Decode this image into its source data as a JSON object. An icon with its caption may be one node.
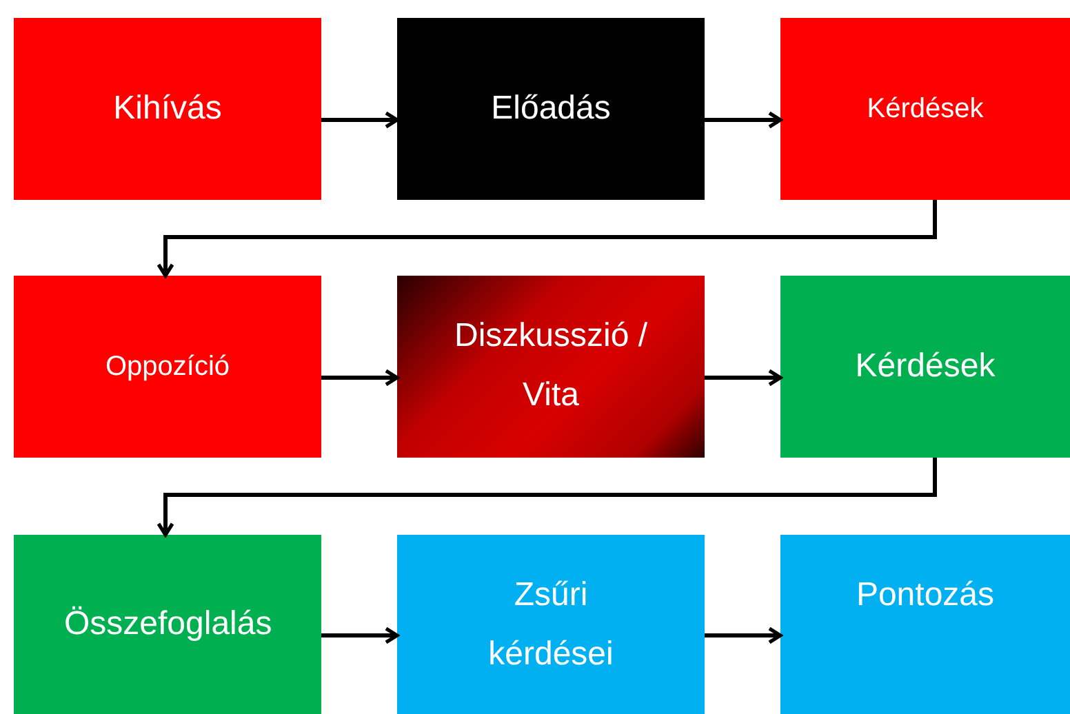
{
  "diagram": {
    "nodes": [
      {
        "text": [
          "Kihívás"
        ]
      },
      {
        "text": [
          "Előadás"
        ]
      },
      {
        "text": [
          "Kérdések"
        ]
      },
      {
        "text": [
          "Oppozíció"
        ]
      },
      {
        "text": [
          "Diszkusszió / Vita"
        ]
      },
      {
        "text": [
          "Kérdések"
        ]
      },
      {
        "text": [
          "Összefoglalás"
        ]
      },
      {
        "text": [
          "Zsűri kérdései"
        ]
      },
      {
        "text": [
          "Pontozás"
        ]
      }
    ],
    "edges": [
      {
        "from": 0,
        "to": 1,
        "arrow": "to"
      },
      {
        "from": 1,
        "to": 2,
        "arrow": "to"
      },
      {
        "from": 2,
        "to": 3,
        "arrow": "to"
      },
      {
        "from": 3,
        "to": 4,
        "arrow": "to"
      },
      {
        "from": 4,
        "to": 5,
        "arrow": "to"
      },
      {
        "from": 5,
        "to": 6,
        "arrow": "to"
      },
      {
        "from": 6,
        "to": 7,
        "arrow": "to"
      },
      {
        "from": 7,
        "to": 8,
        "arrow": "to"
      }
    ]
  }
}
